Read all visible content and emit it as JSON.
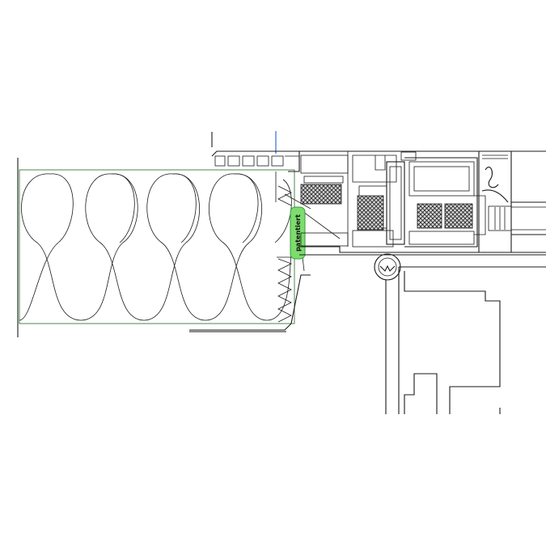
{
  "labels": {
    "badge": "patentiert"
  },
  "colors": {
    "line": "#1a1a1a",
    "insulation_border": "#3a7a3a",
    "badge_fill": "#7ddc6e",
    "badge_stroke": "#3c9a3c",
    "axis_marker": "#2d6fd6",
    "gasket_fill": "#c8c8c8"
  },
  "components": [
    "insulation-panel",
    "bracket-profile",
    "frame-profile",
    "sash-profile",
    "glazing-bead",
    "hinge-pin",
    "thermal-gaskets"
  ]
}
